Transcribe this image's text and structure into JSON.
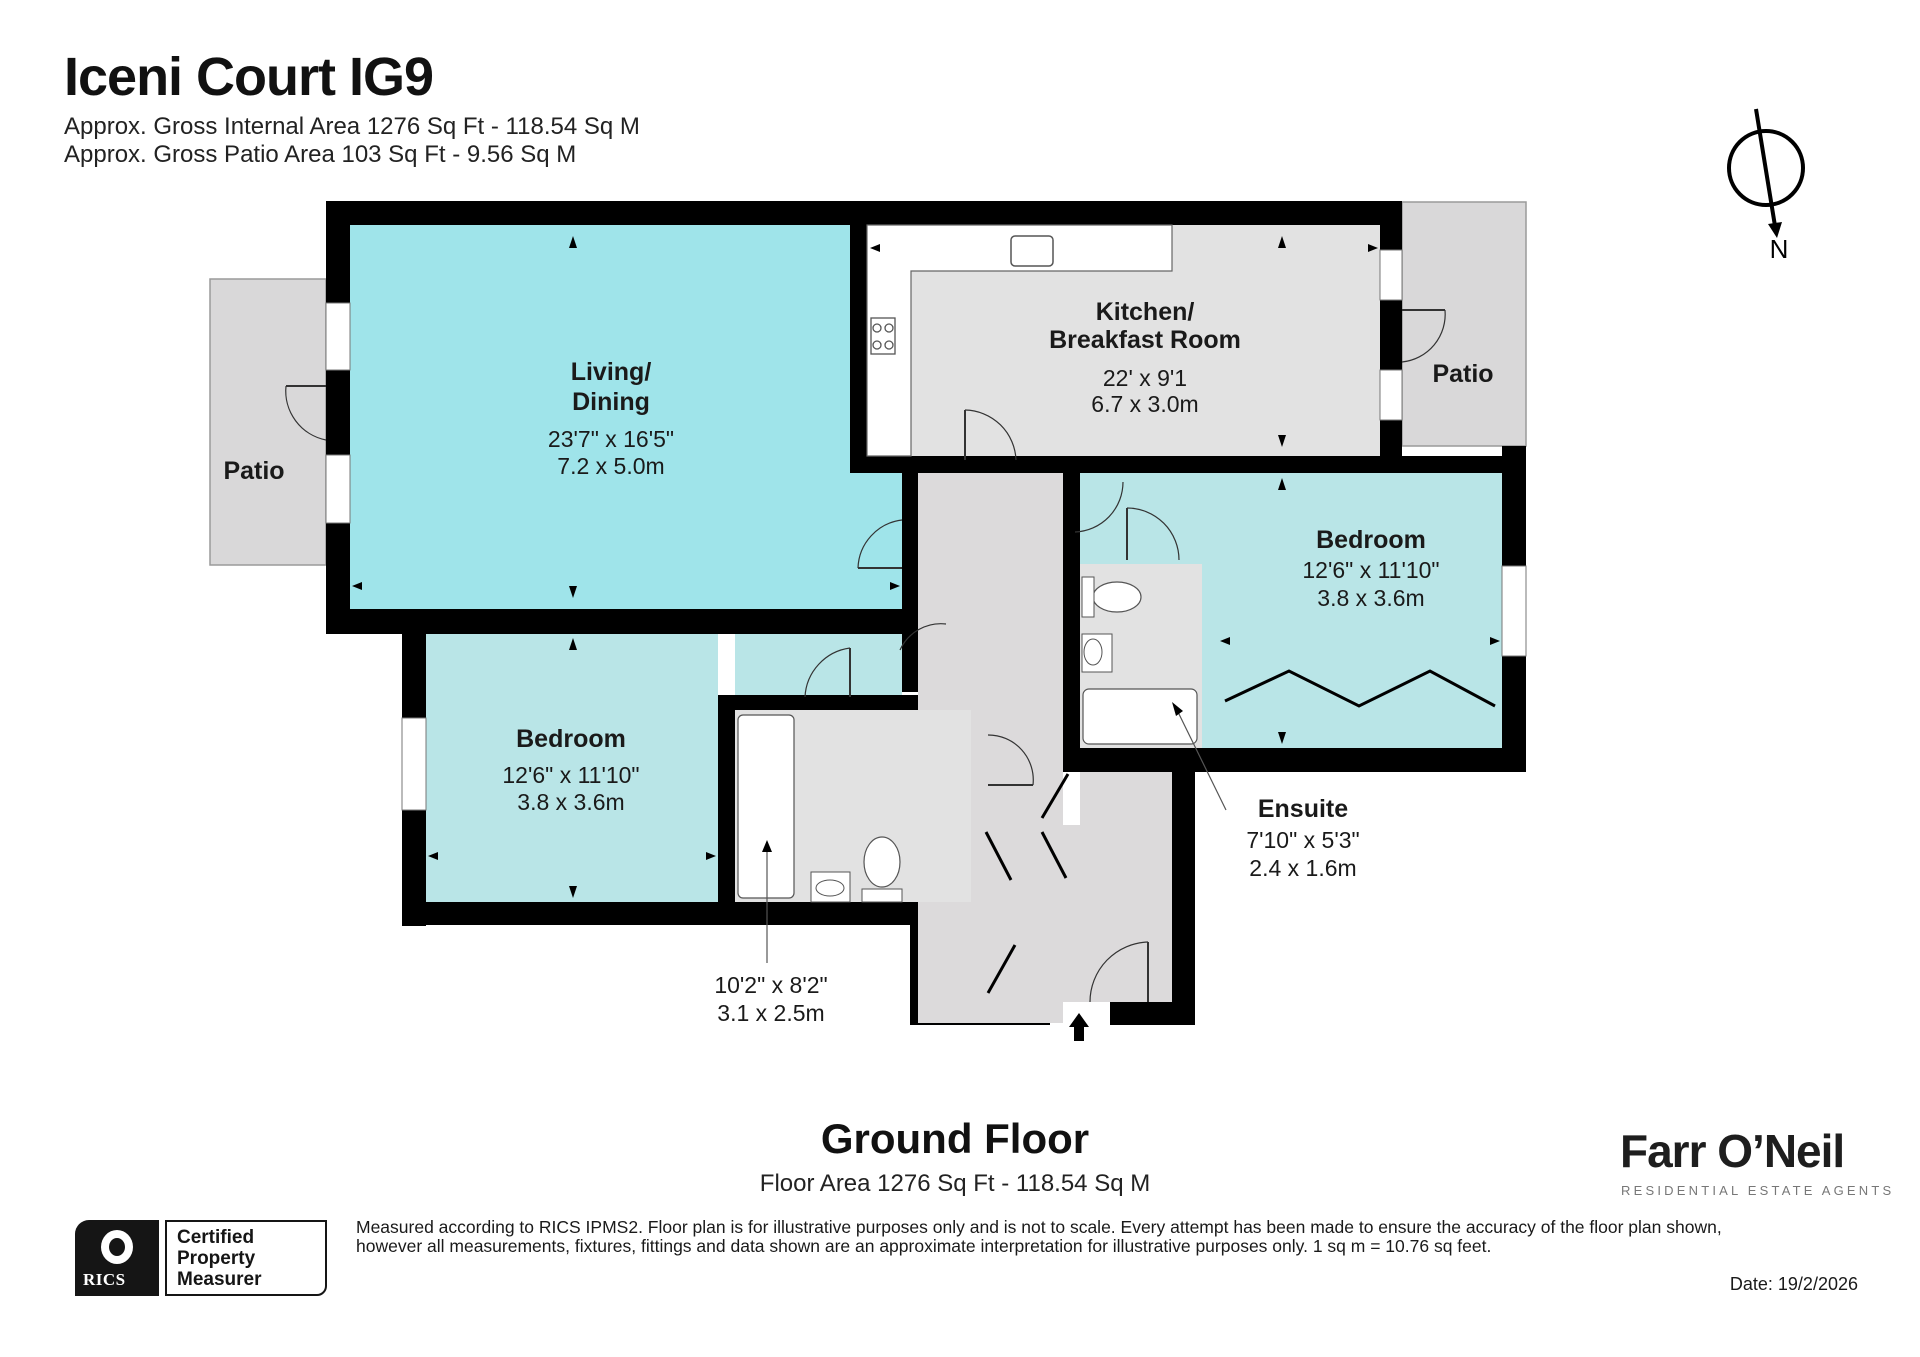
{
  "header": {
    "title": "Iceni Court IG9",
    "gross_internal_area": "Approx. Gross Internal Area 1276 Sq Ft - 118.54 Sq M",
    "gross_patio_area": "Approx. Gross Patio Area 103 Sq Ft - 9.56 Sq M"
  },
  "compass": {
    "label": "N"
  },
  "rooms": {
    "living": {
      "name_line1": "Living/",
      "name_line2": "Dining",
      "imperial": "23'7\" x 16'5\"",
      "metric": "7.2 x 5.0m"
    },
    "kitchen": {
      "name_line1": "Kitchen/",
      "name_line2": "Breakfast Room",
      "imperial": "22' x 9'1",
      "metric": "6.7 x 3.0m"
    },
    "patio_left": {
      "name": "Patio"
    },
    "patio_right": {
      "name": "Patio"
    },
    "bedroom1": {
      "name": "Bedroom",
      "imperial": "12'6\" x 11'10\"",
      "metric": "3.8 x 3.6m"
    },
    "bedroom2": {
      "name": "Bedroom",
      "imperial": "12'6\" x 11'10\"",
      "metric": "3.8 x 3.6m"
    },
    "ensuite": {
      "name": "Ensuite",
      "imperial": "7'10\" x 5'3\"",
      "metric": "2.4 x 1.6m"
    },
    "bathroom": {
      "imperial": "10'2\" x 8'2\"",
      "metric": "3.1 x 2.5m"
    }
  },
  "colors": {
    "living": "#9fe4ea",
    "bedroom": "#b9e5e7",
    "hall": "#dcdadb",
    "wet_room": "#e2e2e2",
    "patio": "#d9d8d9",
    "wall": "#000000"
  },
  "footer": {
    "floor_title": "Ground Floor",
    "floor_area": "Floor Area 1276 Sq Ft - 118.54 Sq M",
    "brand_name": "Farr O’Neil",
    "brand_tagline": "RESIDENTIAL ESTATE AGENTS",
    "disclaimer_line1": "Measured according to RICS IPMS2. Floor plan is for illustrative purposes only and is not to scale. Every attempt has been made to ensure the accuracy of the floor plan shown,",
    "disclaimer_line2": "however all measurements, fixtures, fittings and data shown are an approximate interpretation for illustrative purposes only. 1 sq m = 10.76 sq feet.",
    "date": "Date: 19/2/2026",
    "rics": {
      "logo_word": "RICS",
      "line1": "Certified",
      "line2": "Property",
      "line3": "Measurer"
    }
  }
}
